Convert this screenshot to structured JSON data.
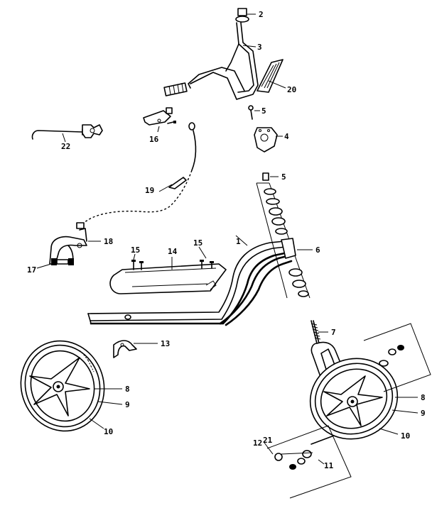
{
  "callouts": {
    "c1": "1",
    "c2": "2",
    "c3": "3",
    "c4": "4",
    "c5a": "5",
    "c5b": "5",
    "c6": "6",
    "c7": "7",
    "c8a": "8",
    "c8b": "8",
    "c9a": "9",
    "c9b": "9",
    "c10a": "10",
    "c10b": "10",
    "c11": "11",
    "c12": "12",
    "c13": "13",
    "c14": "14",
    "c15a": "15",
    "c15b": "15",
    "c16": "16",
    "c17": "17",
    "c18": "18",
    "c19": "19",
    "c20": "20",
    "c21": "21",
    "c22": "22"
  }
}
